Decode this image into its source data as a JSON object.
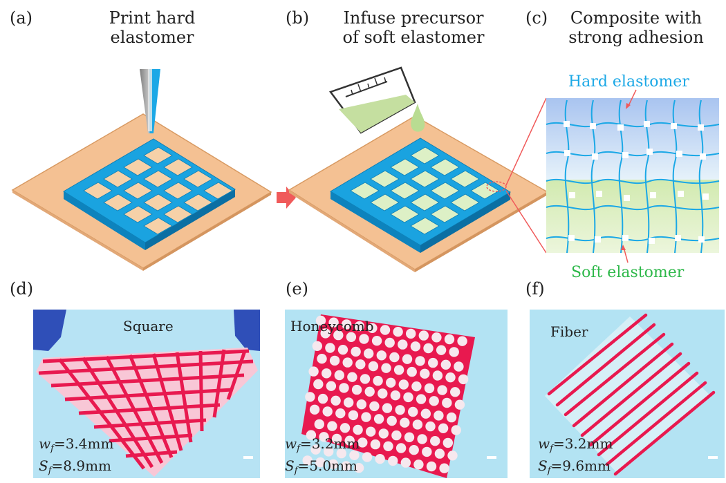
{
  "panels": {
    "a": {
      "label": "(a)",
      "title": "Print hard elastomer"
    },
    "b": {
      "label": "(b)",
      "title_line1": "Infuse precursor",
      "title_line2": "of soft elastomer"
    },
    "c": {
      "label": "(c)",
      "title_line1": "Composite with",
      "title_line2": "strong adhesion",
      "hard_label": "Hard elastomer",
      "soft_label": "Soft elastomer"
    },
    "d": {
      "label": "(d)",
      "pattern": "Square",
      "w_label": "w",
      "w_value": "=3.4mm",
      "s_label": "S",
      "s_value": "=8.9mm"
    },
    "e": {
      "label": "(e)",
      "pattern": "Honeycomb",
      "w_label": "w",
      "w_value": "=3.2mm",
      "s_label": "S",
      "s_value": "=5.0mm"
    },
    "f": {
      "label": "(f)",
      "pattern": "Fiber",
      "w_label": "w",
      "w_value": "=3.2mm",
      "s_label": "S",
      "s_value": "=9.6mm"
    },
    "subscript": "f"
  },
  "colors": {
    "hard_elastomer": "#1ba8e6",
    "soft_elastomer_label": "#2eb84a",
    "hard_label": "#1ba8e6",
    "substrate": "#f4c193",
    "arrow": "#f05a5a",
    "printed_lattice": "#e8194f",
    "photo_bg": "#b3e3f3"
  }
}
